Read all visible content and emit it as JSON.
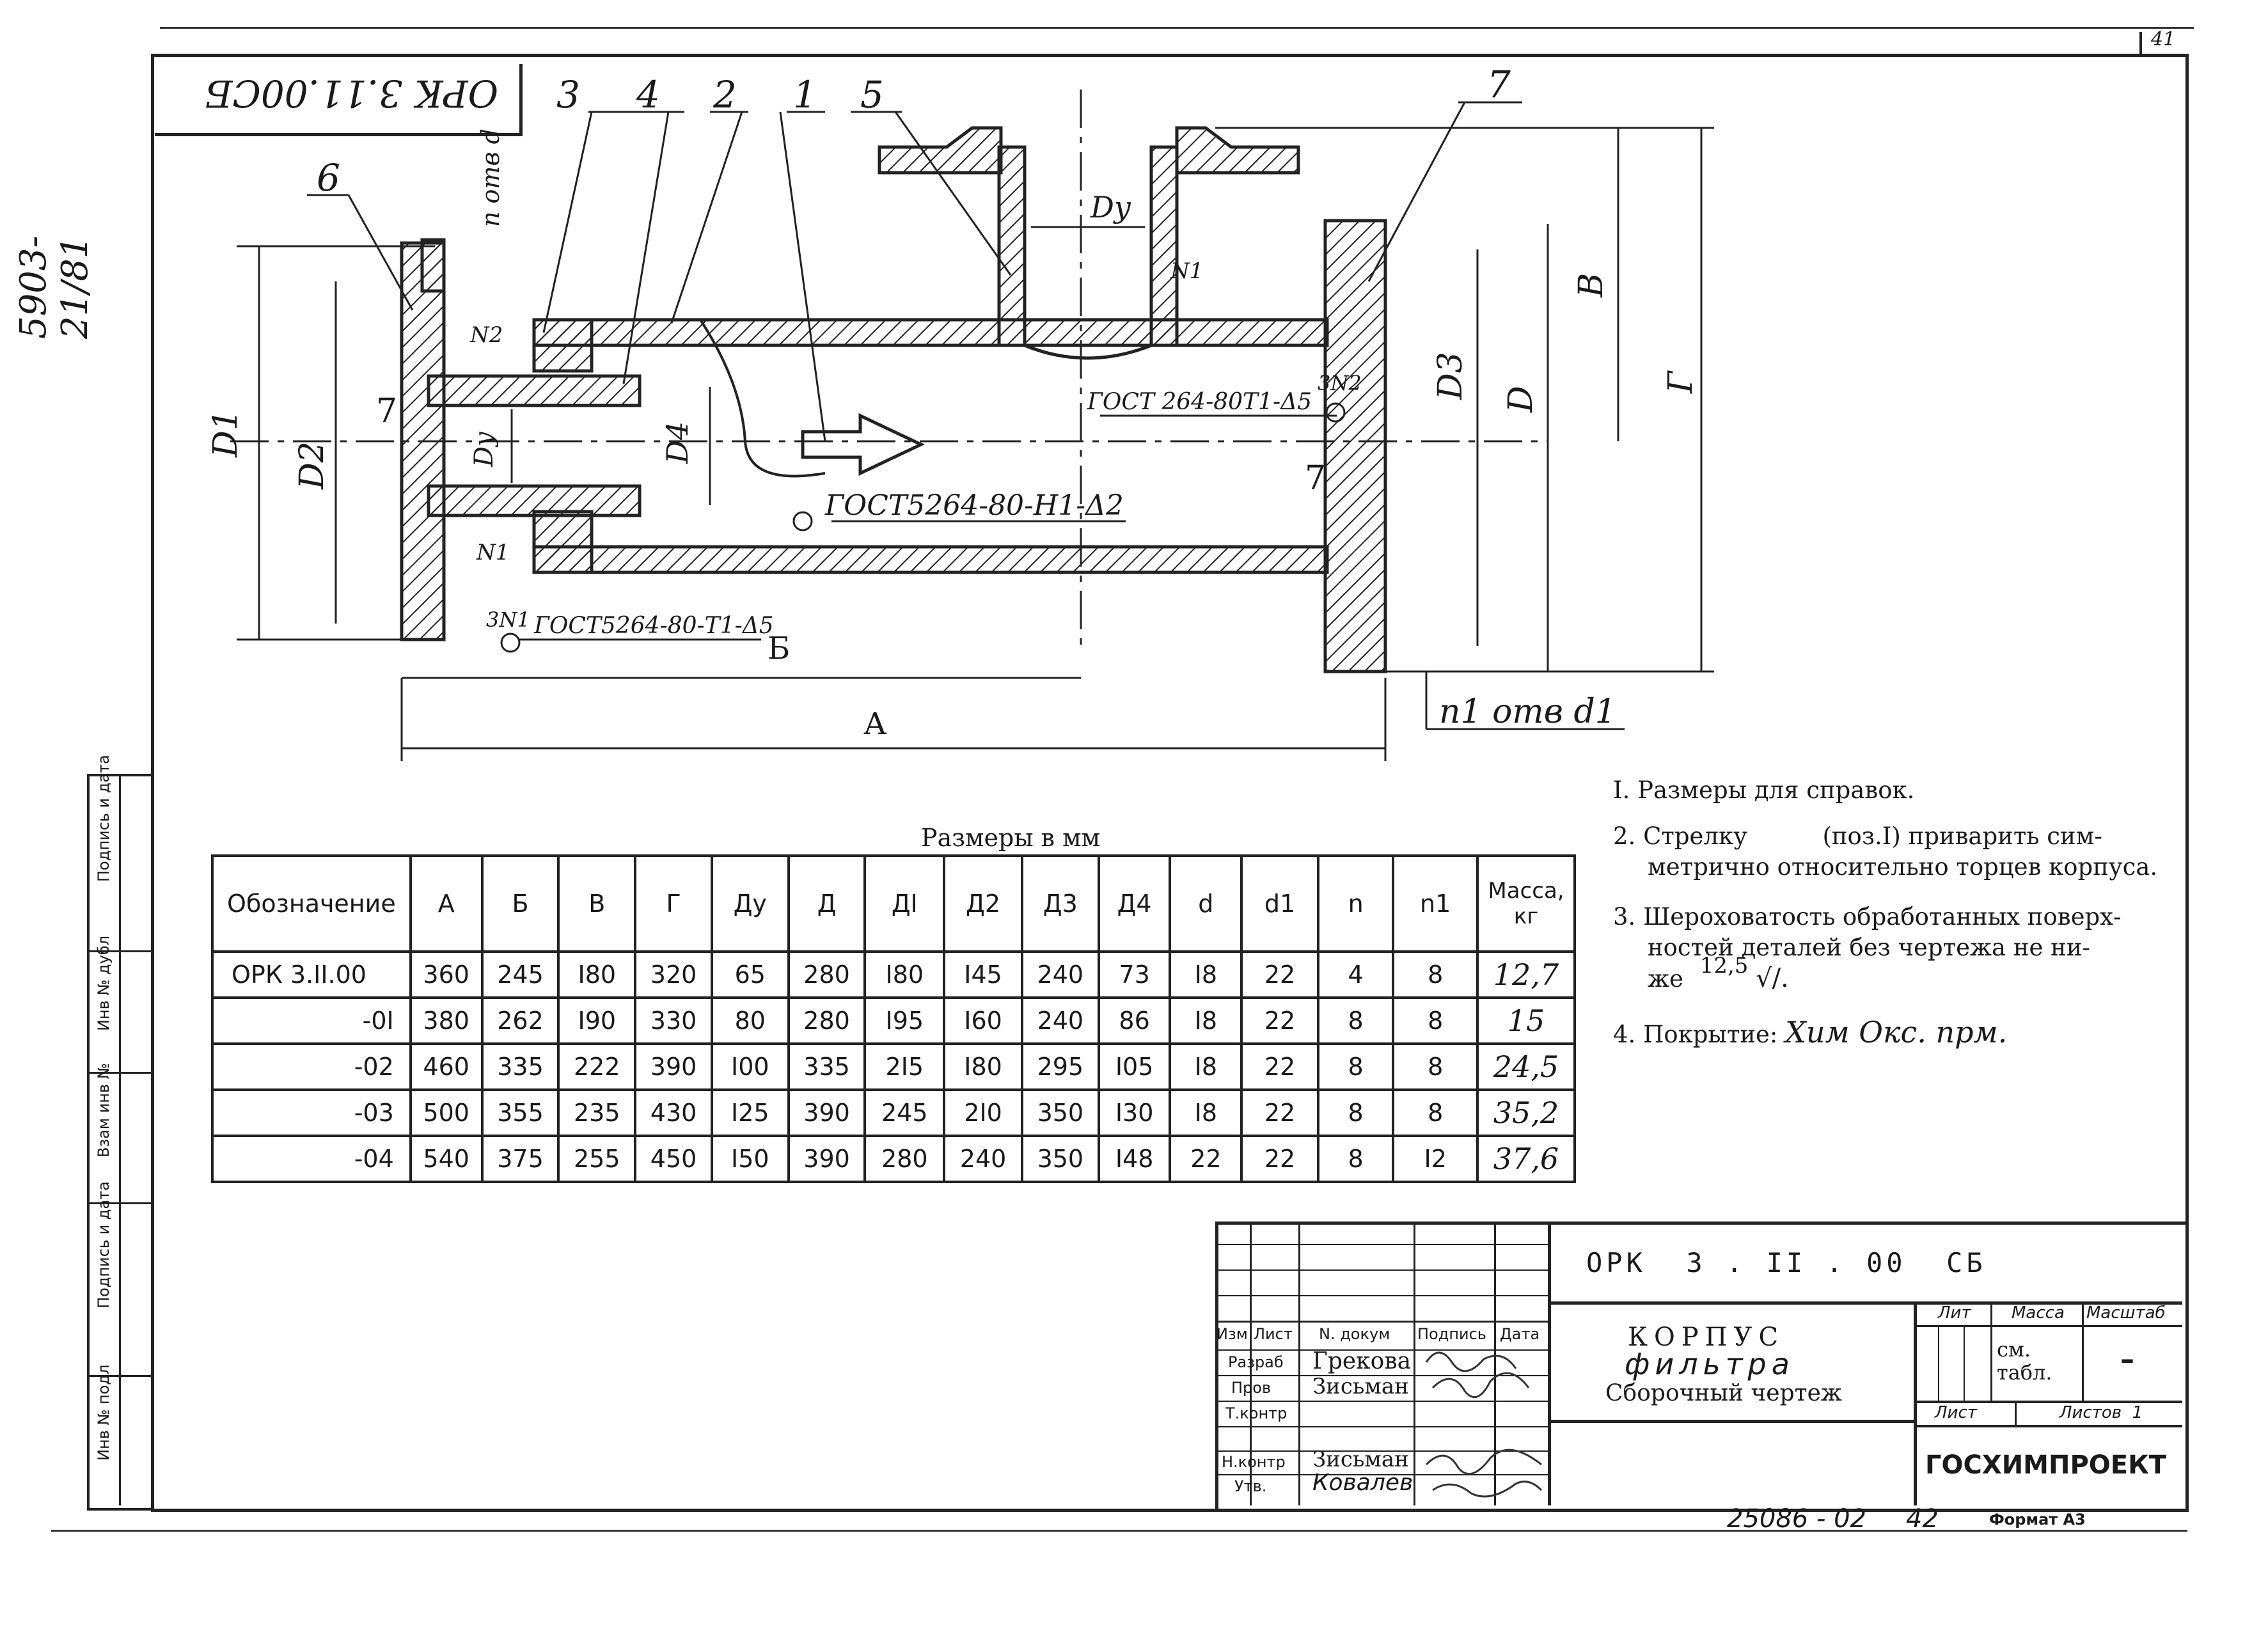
{
  "corner_sheet": "41",
  "stamp_rotated": "ОРК 3.11.00СБ",
  "side_number": "5903-21/81",
  "drawing": {
    "positions": [
      "3",
      "4",
      "2",
      "1",
      "5",
      "7",
      "6"
    ],
    "labels": {
      "pos6_top": "6",
      "d2": "d2",
      "dy_top": "Dу",
      "dy_left": "Dу",
      "d4": "D4",
      "d1": "D1",
      "d2_left": "D2",
      "d3": "D3",
      "d_main": "D",
      "b": "В",
      "g": "Г",
      "a": "А",
      "b_small": "Б",
      "seven_left": "7",
      "seven_right": "7",
      "n_otv_d": "n отв d",
      "n1_otv_d1": "n1 отв d1",
      "n1": "N1",
      "n2": "N2",
      "weld1": "ГОСТ 264-80Т1-Δ5",
      "weld1_num": "3N2",
      "weld2": "ГОСТ5264-80-Н1-Δ2",
      "weld3": "ГОСТ5264-80-Т1-Δ5",
      "weld3_num": "3N1"
    }
  },
  "table": {
    "caption": "Размеры в мм",
    "headers": [
      "Обозначение",
      "А",
      "Б",
      "В",
      "Г",
      "Ду",
      "Д",
      "ДI",
      "Д2",
      "Д3",
      "Д4",
      "d",
      "d1",
      "n",
      "n1",
      "Масса, кг"
    ],
    "rows": [
      [
        "ОРК 3.II.00",
        "360",
        "245",
        "I80",
        "320",
        "65",
        "280",
        "I80",
        "I45",
        "240",
        "73",
        "I8",
        "22",
        "4",
        "8",
        "12,7"
      ],
      [
        "-0I",
        "380",
        "262",
        "I90",
        "330",
        "80",
        "280",
        "I95",
        "I60",
        "240",
        "86",
        "I8",
        "22",
        "8",
        "8",
        "15"
      ],
      [
        "-02",
        "460",
        "335",
        "222",
        "390",
        "I00",
        "335",
        "2I5",
        "I80",
        "295",
        "I05",
        "I8",
        "22",
        "8",
        "8",
        "24,5"
      ],
      [
        "-03",
        "500",
        "355",
        "235",
        "430",
        "I25",
        "390",
        "245",
        "2I0",
        "350",
        "I30",
        "I8",
        "22",
        "8",
        "8",
        "35,2"
      ],
      [
        "-04",
        "540",
        "375",
        "255",
        "450",
        "I50",
        "390",
        "280",
        "240",
        "350",
        "I48",
        "22",
        "22",
        "8",
        "I2",
        "37,6"
      ]
    ]
  },
  "notes": [
    {
      "num": "I.",
      "text": "Размеры для справок."
    },
    {
      "num": "2.",
      "text": "Стрелку          (поз.I) приварить сим-",
      "text2": "метрично относительно торцев корпуса."
    },
    {
      "num": "3.",
      "text": "Шероховатость обработанных поверх-",
      "text2": "ностей деталей без чертежа не ни-",
      "text3": "же",
      "roughness": "12,5"
    },
    {
      "num": "4.",
      "text": "Покрытие:",
      "hand": "Хим Окс. прм."
    }
  ],
  "title_block": {
    "code": "ОРК  3 . II . 00  СБ",
    "name1": "КОРПУС",
    "name2": "фильтра",
    "name3": "Сборочный чертеж",
    "cols": [
      "Изм",
      "Лист",
      "N. докум",
      "Подпись",
      "Дата"
    ],
    "roles": [
      "Разраб",
      "Пров",
      "Т.контр",
      "Н.контр",
      "Утв."
    ],
    "people": [
      "Грекова",
      "Зисьман",
      "",
      "Зисьман",
      "Ковалев"
    ],
    "lit": "Лит",
    "mass": "Масса",
    "scale": "Масштаб",
    "mass_value": "см. табл.",
    "scale_value": "–",
    "sheet": "Лист",
    "sheets": "Листов  1",
    "org": "ГОСХИМПРОЕКТ",
    "bottom_num": "25086 - 02",
    "bottom_sheet": "42",
    "format": "Формат А3"
  },
  "side_fields": [
    "Инв № подл",
    "Подпись и дата",
    "Взам инв №",
    "Инв № дубл",
    "Подпись и дата"
  ]
}
